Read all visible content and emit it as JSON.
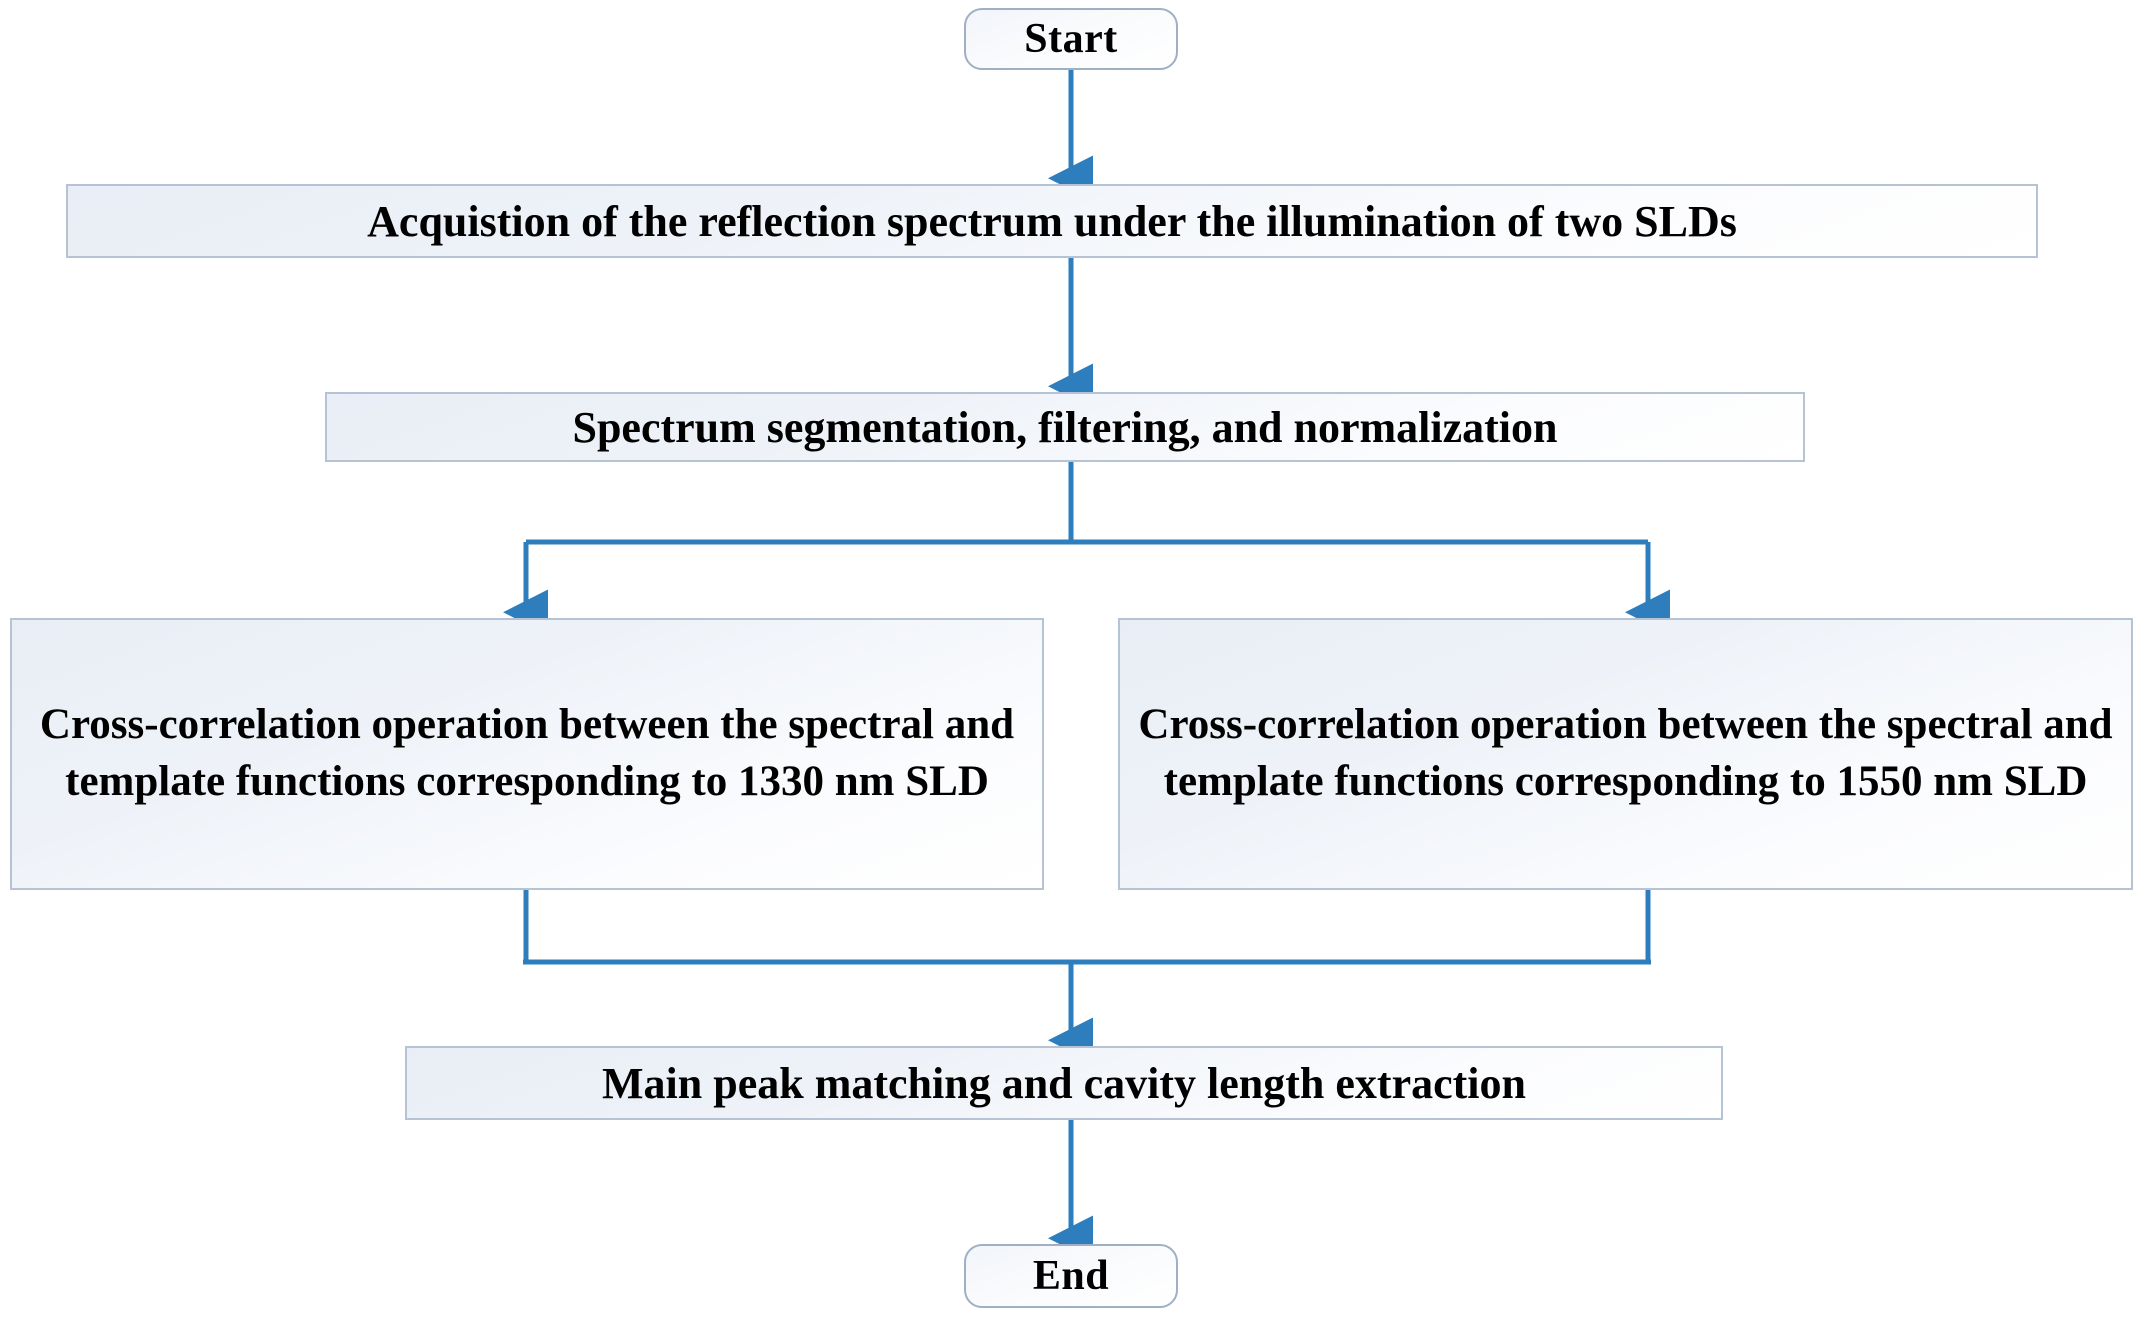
{
  "diagram": {
    "type": "flowchart",
    "orientation": "top-to-bottom",
    "accent_color": "#2E7EBD",
    "node_border_color": "#b6c3d4",
    "node_fill_color": "#eef2f8",
    "text_color": "#000000",
    "nodes": [
      {
        "id": "start",
        "shape": "terminator",
        "label": "Start"
      },
      {
        "id": "acq",
        "shape": "process",
        "label": "Acquistion of the reflection spectrum under the illumination of two SLDs"
      },
      {
        "id": "seg",
        "shape": "process",
        "label": "Spectrum segmentation, filtering, and normalization"
      },
      {
        "id": "cc1330",
        "shape": "process",
        "label": "Cross-correlation operation between the spectral and template functions corresponding to 1330 nm SLD"
      },
      {
        "id": "cc1550",
        "shape": "process",
        "label": "Cross-correlation operation between the spectral and template functions corresponding to 1550 nm SLD"
      },
      {
        "id": "main",
        "shape": "process",
        "label": "Main peak matching and cavity length extraction"
      },
      {
        "id": "end",
        "shape": "terminator",
        "label": "End"
      }
    ],
    "edges": [
      {
        "from": "start",
        "to": "acq",
        "style": "straight-arrow"
      },
      {
        "from": "acq",
        "to": "seg",
        "style": "straight-arrow"
      },
      {
        "from": "seg",
        "to": "cc1330",
        "style": "split-left-arrow"
      },
      {
        "from": "seg",
        "to": "cc1550",
        "style": "split-right-arrow"
      },
      {
        "from": "cc1330",
        "to": "main",
        "style": "merge-arrow"
      },
      {
        "from": "cc1550",
        "to": "main",
        "style": "merge-arrow"
      },
      {
        "from": "main",
        "to": "end",
        "style": "straight-arrow"
      }
    ]
  }
}
